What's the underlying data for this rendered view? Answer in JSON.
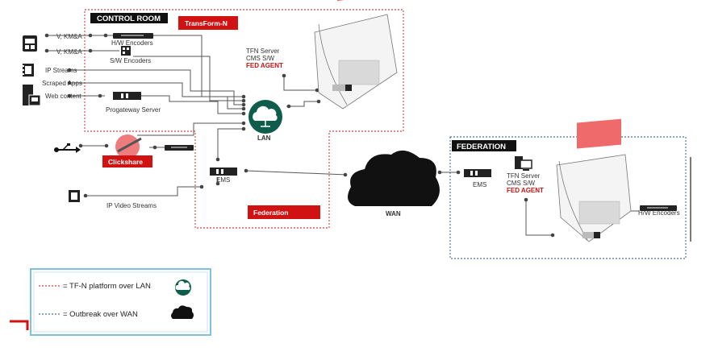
{
  "control_room": {
    "title": "CONTROL ROOM",
    "transform_label": "TransForm-N"
  },
  "sources": {
    "vkma_1": "V, KM&A",
    "vkma_2": "V, KM&A",
    "ip_streams": "IP Streams",
    "scraped_apps": "Scraped Apps",
    "web_content": "Web content",
    "ip_video_streams": "IP Video Streams"
  },
  "devices": {
    "hw_encoders": "H/W Encoders",
    "sw_encoders": "S/W Encoders",
    "progateway": "Progateway Server",
    "lan": "LAN",
    "ems": "EMS",
    "clickshare": "Clickshare",
    "federation_label": "Federation",
    "wan": "WAN"
  },
  "server_left": {
    "line1": "TFN Server",
    "line2": "CMS S/W",
    "agent": "FED AGENT"
  },
  "federation": {
    "title": "FEDERATION",
    "ems": "EMS",
    "server_line1": "TFN Server",
    "server_line2": "CMS S/W",
    "agent": "FED AGENT",
    "hw_encoders": "H/W Encoders"
  },
  "legend": {
    "lan_line": "= TF-N platform over LAN",
    "wan_line": "= Outbreak over WAN"
  },
  "colors": {
    "red": "#d11212",
    "teal": "#0e5d4c",
    "blue_dash": "#1f4f86",
    "legend_border": "#7ec3de"
  }
}
